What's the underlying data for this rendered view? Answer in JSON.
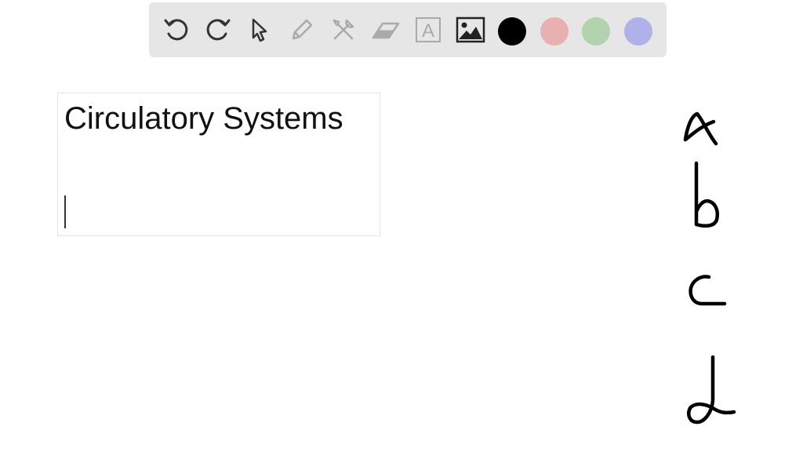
{
  "toolbar": {
    "tools": [
      {
        "name": "undo-icon",
        "enabled": true
      },
      {
        "name": "redo-icon",
        "enabled": true
      },
      {
        "name": "select-pointer-icon",
        "enabled": true
      },
      {
        "name": "pen-icon",
        "enabled": false
      },
      {
        "name": "tools-icon",
        "enabled": false
      },
      {
        "name": "eraser-icon",
        "enabled": false
      },
      {
        "name": "text-box-icon",
        "enabled": false
      },
      {
        "name": "image-icon",
        "enabled": true
      }
    ],
    "text_tool_glyph": "A",
    "colors": [
      {
        "name": "black",
        "hex": "#000000"
      },
      {
        "name": "pink",
        "hex": "#e8b0b0"
      },
      {
        "name": "green",
        "hex": "#b2d2b0"
      },
      {
        "name": "lavender",
        "hex": "#b0b0ea"
      }
    ]
  },
  "text_box": {
    "title": "Circulatory Systems",
    "body": ""
  },
  "handwriting": {
    "letters": [
      "a",
      "b",
      "c",
      "d"
    ],
    "ink_color": "#000000"
  }
}
